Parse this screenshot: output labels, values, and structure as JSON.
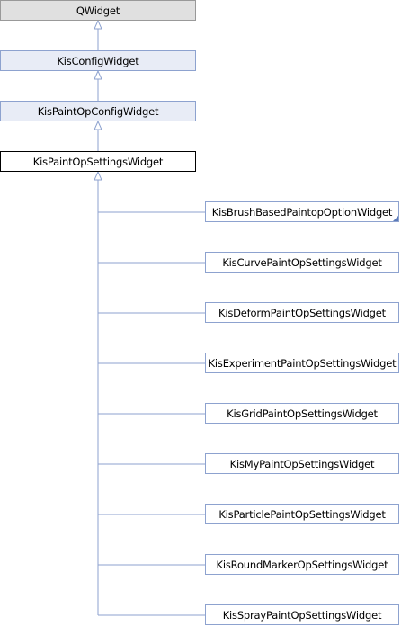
{
  "nodes": {
    "qwidget": "QWidget",
    "kis_config_widget": "KisConfigWidget",
    "kis_paint_op_config_widget": "KisPaintOpConfigWidget",
    "kis_paint_op_settings_widget": "KisPaintOpSettingsWidget"
  },
  "children": [
    "KisBrushBasedPaintopOptionWidget",
    "KisCurvePaintOpSettingsWidget",
    "KisDeformPaintOpSettingsWidget",
    "KisExperimentPaintOpSettingsWidget",
    "KisGridPaintOpSettingsWidget",
    "KisMyPaintOpSettingsWidget",
    "KisParticlePaintOpSettingsWidget",
    "KisRoundMarkerOpSettingsWidget",
    "KisSprayPaintOpSettingsWidget"
  ],
  "colors": {
    "edge": "#8da2cf",
    "gray_fill": "#e0e0e0",
    "blue_fill": "#e8ecf6",
    "child_border": "#8da2cf",
    "truncation_marker": "#5b7ab9"
  }
}
